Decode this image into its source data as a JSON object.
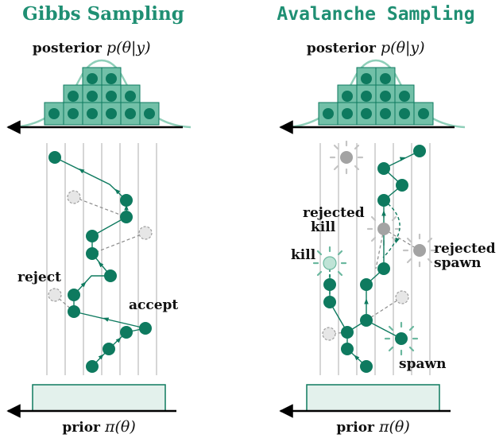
{
  "left": {
    "title": "Gibbs Sampling",
    "posterior_label": "posterior",
    "posterior_math": "p(θ|y)",
    "prior_label": "prior",
    "prior_math": "π(θ)",
    "annot_reject": "reject",
    "annot_accept": "accept"
  },
  "right": {
    "title": "Avalanche Sampling",
    "posterior_label": "posterior",
    "posterior_math": "p(θ|y)",
    "prior_label": "prior",
    "prior_math": "π(θ)",
    "annot_rejected_kill_1": "rejected",
    "annot_rejected_kill_2": "kill",
    "annot_kill": "kill",
    "annot_rejected_spawn_1": "rejected",
    "annot_rejected_spawn_2": "spawn",
    "annot_spawn": "spawn"
  },
  "colors": {
    "teal": "#0e7a5f",
    "teal_light": "#5fb89f",
    "teal_fill": "#e3f1ec",
    "hist_fill": "#72c0a8",
    "grey": "#9e9e9e",
    "grey_light": "#dcdcdc",
    "line_grey": "#c9c9c9"
  }
}
